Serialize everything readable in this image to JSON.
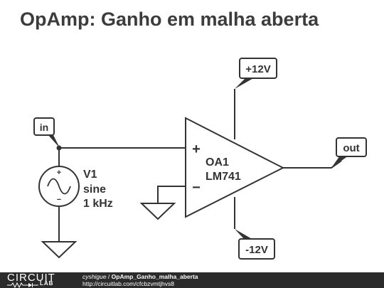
{
  "title": "OpAmp: Ganho em malha aberta",
  "nets": {
    "input": "in",
    "output": "out",
    "positive_supply": "+12V",
    "negative_supply": "-12V"
  },
  "source": {
    "name": "V1",
    "type": "sine",
    "frequency": "1 kHz",
    "plus_sign": "+",
    "minus_sign": "−"
  },
  "opamp": {
    "name": "OA1",
    "part": "LM741",
    "noninverting_sign": "+",
    "inverting_sign": "−"
  },
  "footer": {
    "logo_circuit": "CIRCUIT",
    "logo_lab": "LAB",
    "user": "cyshigue",
    "separator": " / ",
    "circuit_name": "OpAmp_Ganho_malha_aberta",
    "url": "http://circuitlab.com/cfcbzvmtjhvs8"
  },
  "colors": {
    "ink": "#333333",
    "title": "#3c3c3c",
    "footer_bg": "#2b2b2b"
  }
}
